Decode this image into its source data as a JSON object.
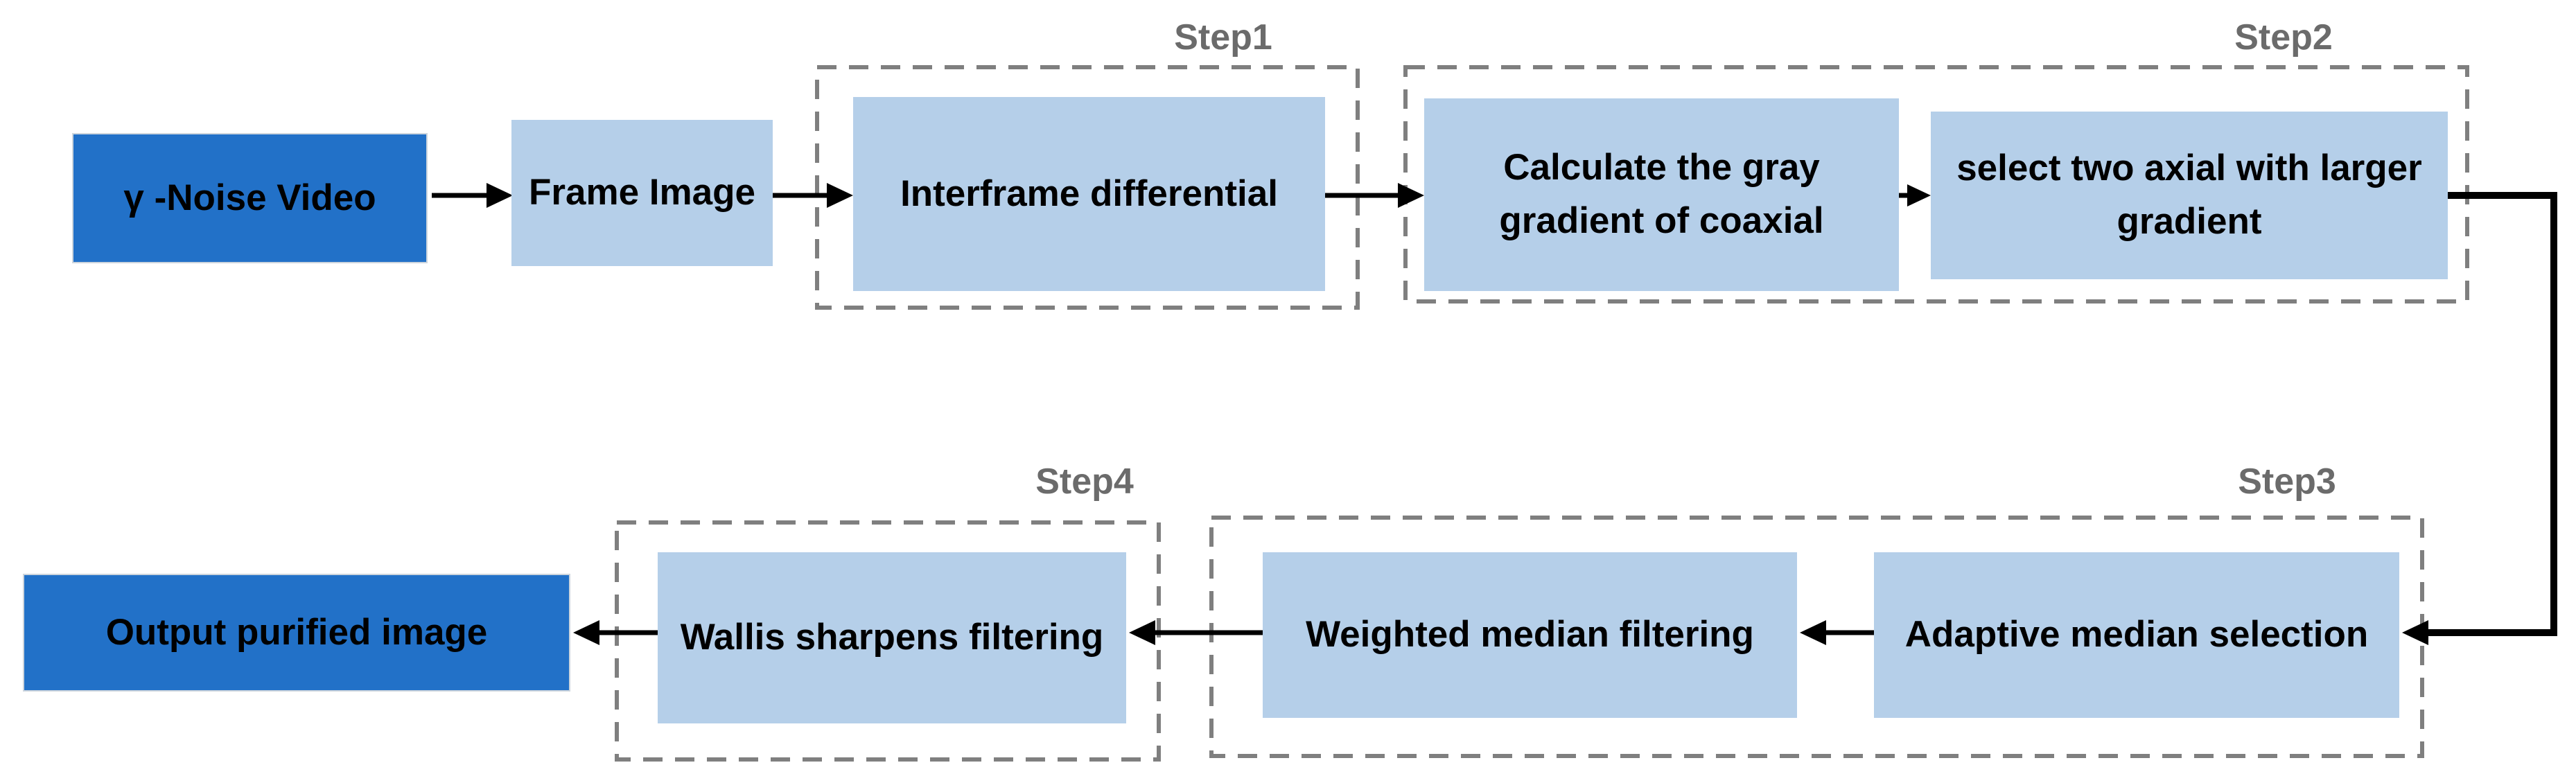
{
  "diagram": {
    "type": "flowchart",
    "nodes": {
      "noise_video": {
        "label": "γ -Noise Video",
        "style": "primary"
      },
      "frame_image": {
        "label": "Frame Image",
        "style": "secondary"
      },
      "interframe": {
        "label": "Interframe differential",
        "style": "secondary"
      },
      "calc_gray": {
        "label": "Calculate the gray gradient of coaxial",
        "style": "secondary"
      },
      "select_axial": {
        "label": "select two axial with larger gradient",
        "style": "secondary"
      },
      "adaptive_median": {
        "label": "Adaptive median selection",
        "style": "secondary"
      },
      "weighted_median": {
        "label": "Weighted median filtering",
        "style": "secondary"
      },
      "wallis": {
        "label": "Wallis sharpens filtering",
        "style": "secondary"
      },
      "output": {
        "label": "Output purified image",
        "style": "primary"
      }
    },
    "groups": {
      "step1": {
        "label": "Step1",
        "contains": [
          "interframe"
        ]
      },
      "step2": {
        "label": "Step2",
        "contains": [
          "calc_gray",
          "select_axial"
        ]
      },
      "step3": {
        "label": "Step3",
        "contains": [
          "weighted_median",
          "adaptive_median"
        ]
      },
      "step4": {
        "label": "Step4",
        "contains": [
          "wallis"
        ]
      }
    },
    "flow": [
      "noise_video",
      "frame_image",
      "interframe",
      "calc_gray",
      "select_axial",
      "adaptive_median",
      "weighted_median",
      "wallis",
      "output"
    ]
  },
  "colors": {
    "primary_fill": "#2271C8",
    "secondary_fill": "#B5CFE9",
    "box_text": "#000000",
    "step_label": "#6B6B6B",
    "dashed_border": "#7F7F7F",
    "arrow": "#000000",
    "page_bg": "#FFFFFF"
  }
}
